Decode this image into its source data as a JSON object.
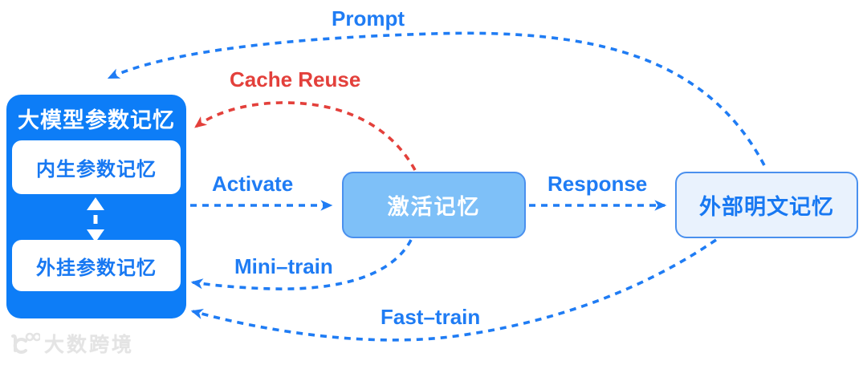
{
  "boxes": {
    "param_memory": {
      "title": "大模型参数记忆",
      "children": [
        {
          "label": "内生参数记忆"
        },
        {
          "label": "外挂参数记忆"
        }
      ]
    },
    "activated_memory": {
      "label": "激活记忆"
    },
    "external_plaintext_memory": {
      "label": "外部明文记忆"
    }
  },
  "edges": {
    "prompt": {
      "label": "Prompt",
      "style": "dashed",
      "color": "#1F7CF4",
      "from": "外部明文记忆",
      "to": "大模型参数记忆"
    },
    "cache_reuse": {
      "label": "Cache Reuse",
      "style": "dashed",
      "color": "#E3403B",
      "from": "激活记忆",
      "to": "大模型参数记忆"
    },
    "activate": {
      "label": "Activate",
      "style": "dashed",
      "color": "#1F7CF4",
      "from": "大模型参数记忆",
      "to": "激活记忆"
    },
    "response": {
      "label": "Response",
      "style": "dashed",
      "color": "#1F7CF4",
      "from": "激活记忆",
      "to": "外部明文记忆"
    },
    "mini_train": {
      "label": "Mini–train",
      "style": "dashed",
      "color": "#1F7CF4",
      "from": "激活记忆",
      "to": "大模型参数记忆"
    },
    "fast_train": {
      "label": "Fast–train",
      "style": "dashed",
      "color": "#1F7CF4",
      "from": "外部明文记忆",
      "to": "大模型参数记忆"
    }
  },
  "watermark": {
    "text": "大数跨境"
  },
  "colors": {
    "primary_blue": "#0D7DF7",
    "line_blue": "#1F7CF4",
    "red": "#E3403B",
    "middle_fill": "#7EC0F8",
    "box_border_blue": "#4A90EE",
    "right_fill": "#E9F2FD",
    "box_text_blue": "#1778F2"
  }
}
